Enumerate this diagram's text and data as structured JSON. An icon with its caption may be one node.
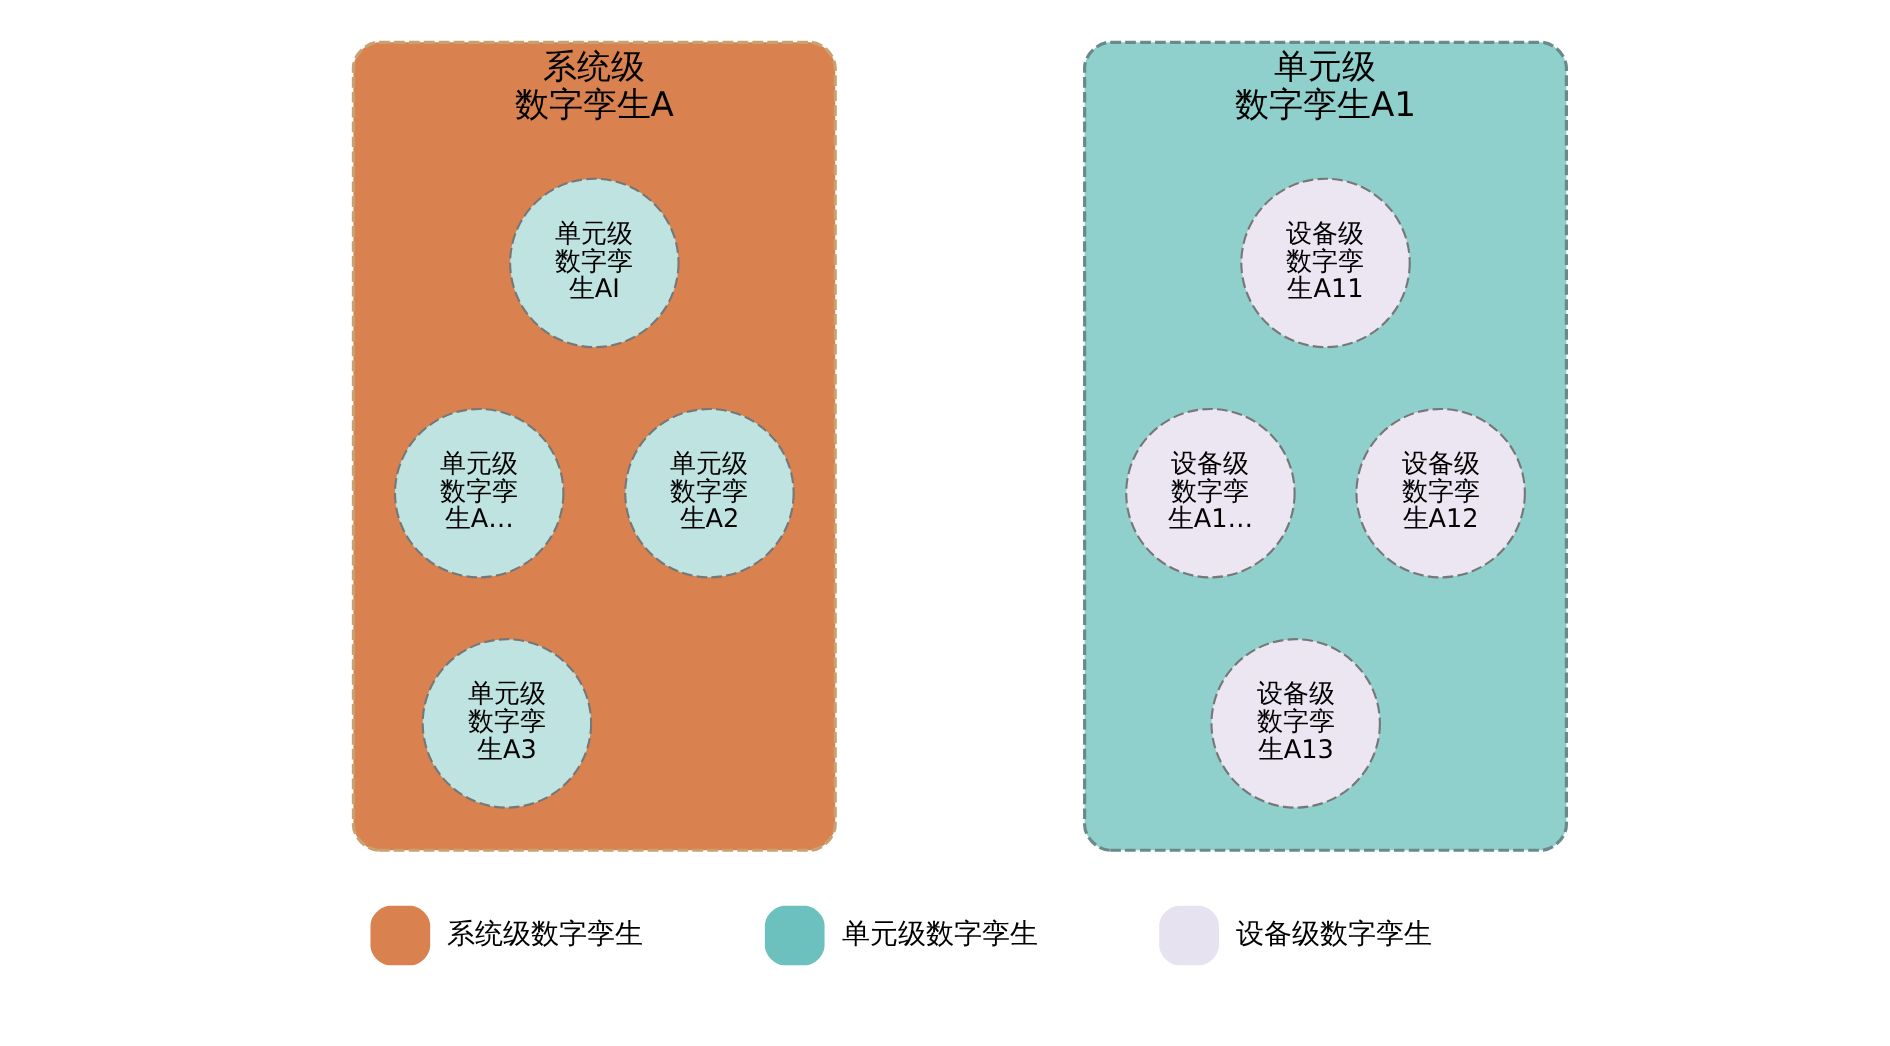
{
  "diagram": {
    "nodes": [
      {
        "text": [
          "系统级数字孪生A"
        ]
      },
      {
        "text": [
          "单元级数字孪生AI"
        ],
        "in": 0
      },
      {
        "text": [
          "单元级数字孪生A…"
        ],
        "in": 0
      },
      {
        "text": [
          "单元级数字孪生A2"
        ],
        "in": 0
      },
      {
        "text": [
          "单元级数字孪生A3"
        ],
        "in": 0
      },
      {
        "text": [
          "单元级数字孪生A1"
        ]
      },
      {
        "text": [
          "设备级数字孪生A11"
        ],
        "in": 5
      },
      {
        "text": [
          "设备级数字孪生A1…"
        ],
        "in": 5
      },
      {
        "text": [
          "设备级数字孪生A12"
        ],
        "in": 5
      },
      {
        "text": [
          "设备级数字孪生A13"
        ],
        "in": 5
      }
    ],
    "edges": [],
    "legend": [
      {
        "text": "系统级数字孪生",
        "color": "#d9824f"
      },
      {
        "text": "单元级数字孪生",
        "color": "#6cc0bd"
      },
      {
        "text": "设备级数字孪生",
        "color": "#e6e2f0"
      }
    ]
  }
}
